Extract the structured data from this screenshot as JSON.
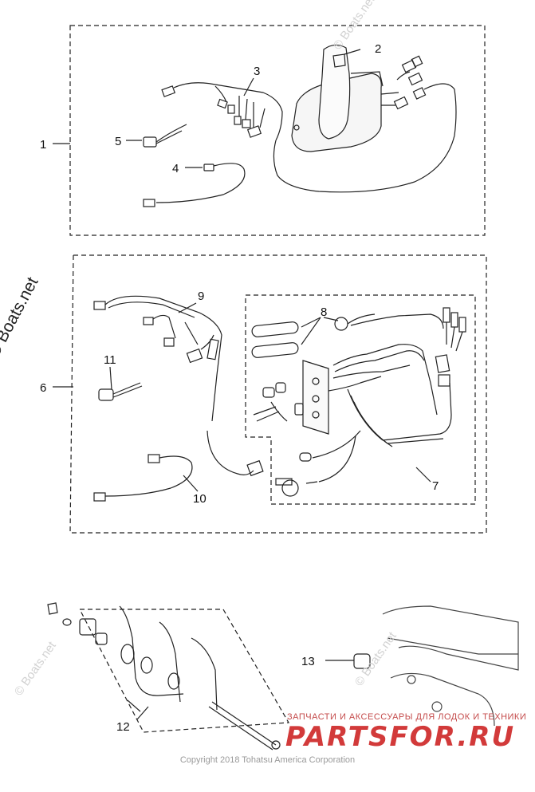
{
  "watermark": "© Boats.net",
  "copyright": "Copyright 2018 Tohatsu America Corporation",
  "brand": {
    "tagline": "ЗАПЧАСТИ И АКСЕССУАРЫ ДЛЯ ЛОДОК И ТЕХНИКИ",
    "logo": "PARTSFOR.RU"
  },
  "callouts": {
    "c1": "1",
    "c2": "2",
    "c3": "3",
    "c4": "4",
    "c5": "5",
    "c6": "6",
    "c7": "7",
    "c8": "8",
    "c9": "9",
    "c10": "10",
    "c11": "11",
    "c12": "12",
    "c13": "13"
  },
  "colors": {
    "line": "#222222",
    "brand": "#d23a3a"
  }
}
